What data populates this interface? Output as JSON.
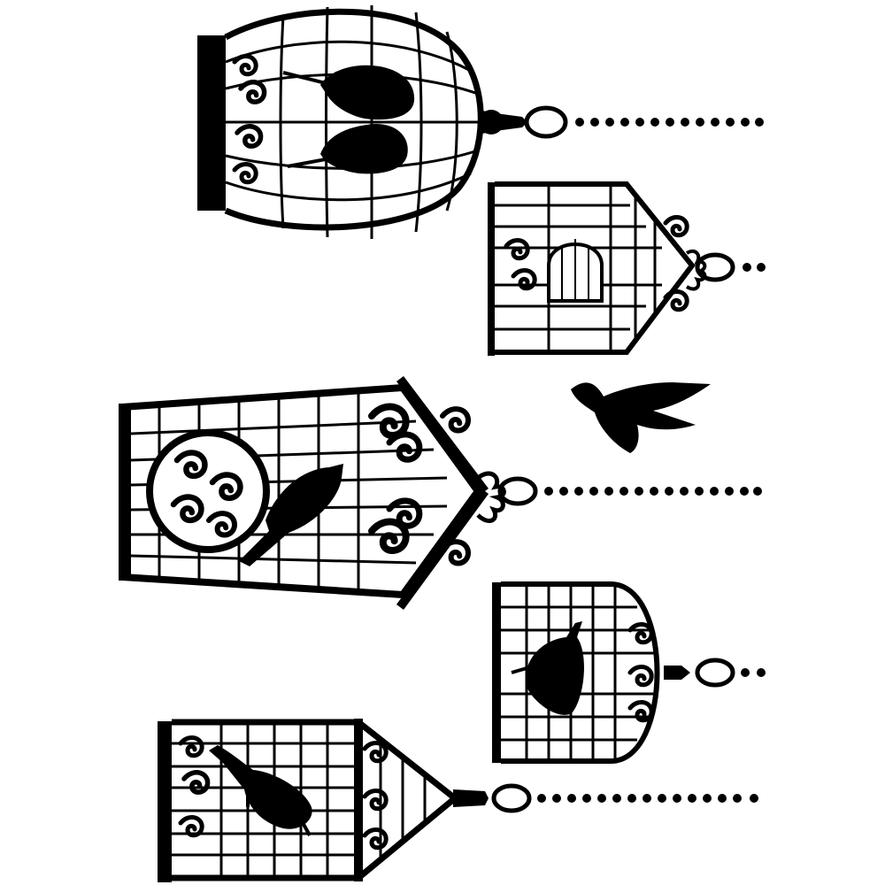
{
  "image": {
    "background": "#ffffff",
    "ink": "#000000"
  },
  "cages": [
    {
      "name": "round-cage-two-birds",
      "shape": "round-dome",
      "birds": 2
    },
    {
      "name": "small-cage-with-arch",
      "shape": "pointed",
      "birds": 0
    },
    {
      "name": "large-ornate-cage",
      "shape": "pointed",
      "birds": 1
    },
    {
      "name": "dome-cage",
      "shape": "round-dome",
      "birds": 1
    },
    {
      "name": "bottom-pointed-cage",
      "shape": "pointed",
      "birds": 1
    }
  ],
  "free_birds": 1
}
